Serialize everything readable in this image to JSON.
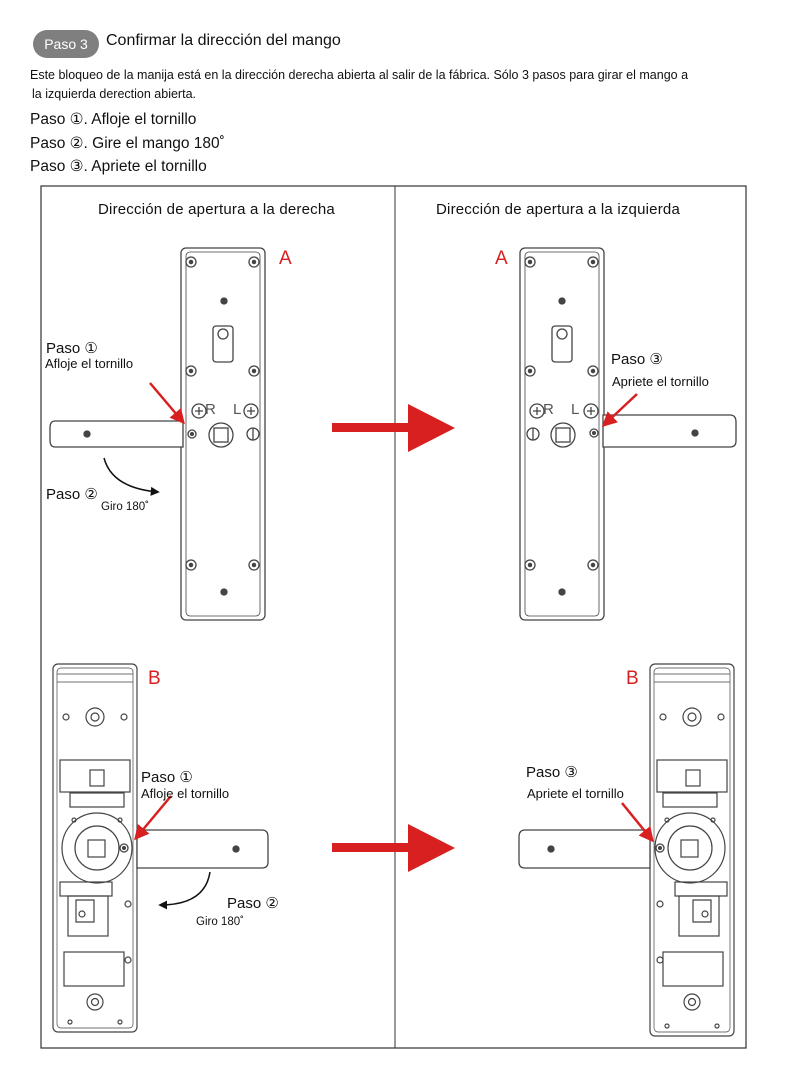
{
  "header": {
    "badge": "Paso 3",
    "title": "Confirmar la dirección del mango"
  },
  "intro": {
    "line1": "Este bloqueo de la manija está en la dirección derecha abierta al salir de la fábrica. Sólo 3 pasos para girar el mango a",
    "line2": "la izquierda derection abierta."
  },
  "steps": [
    "Paso ①. Afloje el tornillo",
    "Paso ②. Gire el mango 180˚",
    "Paso ③. Apriete el tornillo"
  ],
  "panels": {
    "left_heading": "Dirección de apertura a la derecha",
    "right_heading": "Dirección de apertura a la izquierda"
  },
  "markers": {
    "a": "A",
    "b": "B"
  },
  "plate": {
    "r": "R",
    "l": "L"
  },
  "annotations": {
    "a_left_step1": "Paso ①",
    "a_left_step1_desc": "Afloje el tornillo",
    "a_left_step2": "Paso ②",
    "a_left_step2_desc": "Giro 180˚",
    "a_right_step3": "Paso ③",
    "a_right_step3_desc": "Apriete el tornillo",
    "b_left_step1": "Paso ①",
    "b_left_step1_desc": "Afloje el tornillo",
    "b_left_step2": "Paso ②",
    "b_left_step2_desc": "Giro 180˚",
    "b_right_step3": "Paso ③",
    "b_right_step3_desc": "Apriete el tornillo"
  },
  "colors": {
    "accent": "#d82020",
    "badge": "#7f7f7f",
    "line": "#333333"
  }
}
